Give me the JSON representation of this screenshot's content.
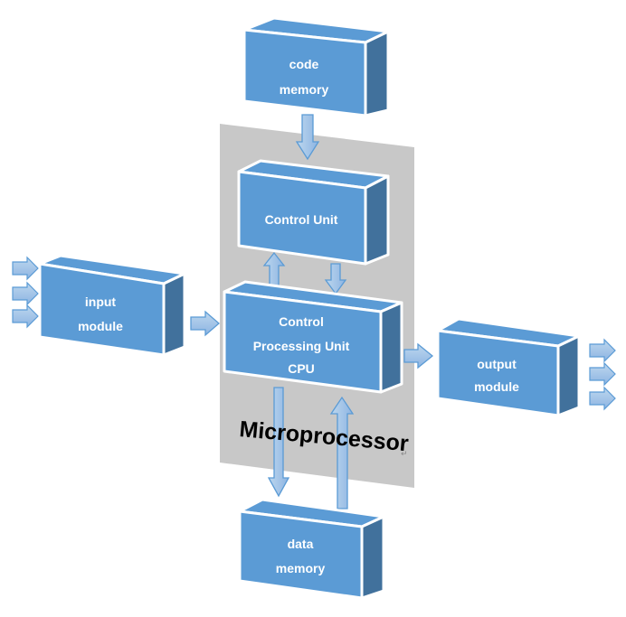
{
  "colors": {
    "box_face": "#5b9bd5",
    "box_side": "#41719c",
    "box_border": "#ffffff",
    "arrow_fill": "#9dc3e6",
    "arrow_stroke": "#5b9bd5",
    "region_fill": "#c8c8c8"
  },
  "region": {
    "label": "Microprocessor"
  },
  "boxes": {
    "code_memory": {
      "line1": "code",
      "line2": "memory"
    },
    "control_unit": {
      "line1": "Control Unit"
    },
    "input_module": {
      "line1": "input",
      "line2": "module"
    },
    "cpu": {
      "line1": "Control",
      "line2": "Processing Unit",
      "line3": "CPU"
    },
    "output_module": {
      "line1": "output",
      "line2": "module"
    },
    "data_memory": {
      "line1": "data",
      "line2": "memory"
    }
  }
}
